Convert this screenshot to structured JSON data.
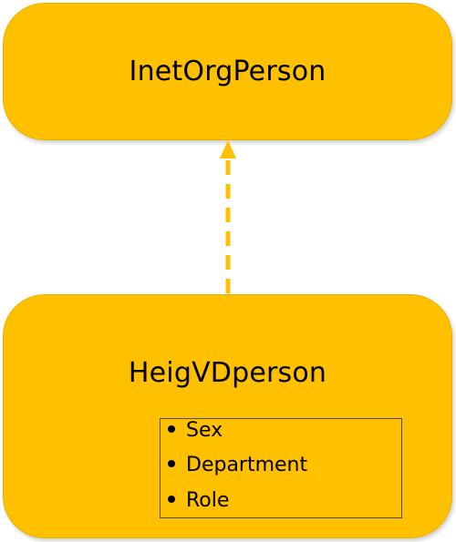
{
  "diagram": {
    "parent_class": {
      "label": "InetOrgPerson"
    },
    "child_class": {
      "label": "HeigVDperson",
      "attributes": [
        "Sex",
        "Department",
        "Role"
      ]
    },
    "relation": {
      "type": "inheritance-dashed-arrow",
      "from": "HeigVDperson",
      "to": "InetOrgPerson"
    },
    "colors": {
      "box_fill": "#FFC000",
      "arrow": "#FFC000"
    }
  }
}
